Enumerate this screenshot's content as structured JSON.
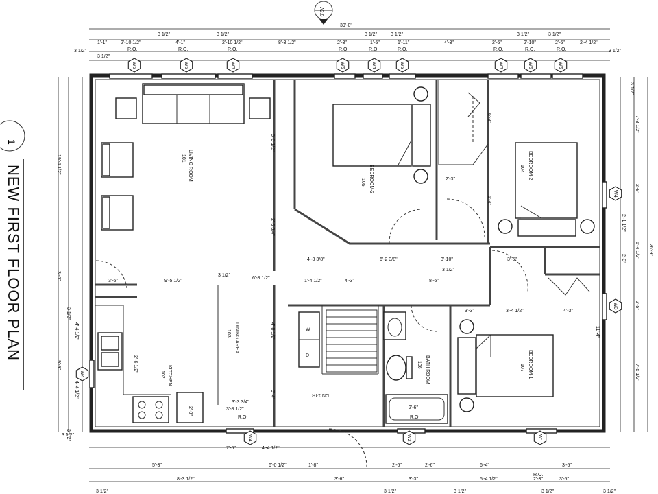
{
  "drawing": {
    "title": "NEW FIRST FLOOR PLAN",
    "callout_number": "1",
    "north_mark": "A2.0"
  },
  "rooms": [
    {
      "name": "LIVING ROOM",
      "code": "101"
    },
    {
      "name": "BEDROOM-3",
      "code": "105"
    },
    {
      "name": "BEDROOM-2",
      "code": "104"
    },
    {
      "name": "DINING AREA",
      "code": "103"
    },
    {
      "name": "KITCHEN",
      "code": "102"
    },
    {
      "name": "BATH ROOM",
      "code": "106"
    },
    {
      "name": "BEDROOM-1",
      "code": "107"
    }
  ],
  "labels": {
    "washer": "W",
    "dryer": "D",
    "stair_dn": "DN 14R"
  },
  "window_tags": [
    "W6",
    "W6",
    "W6",
    "W5",
    "W4",
    "W5",
    "W6",
    "W6",
    "W5",
    "W4",
    "W3",
    "W4",
    "W4",
    "W2",
    "W1",
    "W4"
  ],
  "dims_top_overall": "39'-0\"",
  "dims_top": [
    "1'-1\"",
    "2'-10 1/2\"",
    "4'-1\"",
    "2'-10 1/2\"",
    "8'-3 1/2\"",
    "2'-3\"",
    "1'-5\"",
    "1'-11\"",
    "4'-3\"",
    "2'-6\"",
    "2'-10\"",
    "2'-6\"",
    "2'-4 1/2\""
  ],
  "dims_top_small": [
    "3 1/2\"",
    "3 1/2\"",
    "3 1/2\"",
    "3 1/2\"",
    "3 1/2\"",
    "3 1/2\"",
    "3 1/2\"",
    "3 1/2\"",
    "3 1/2\""
  ],
  "ro": "R.O.",
  "dims_interior": [
    "3'-6\"",
    "9'-5 1/2\"",
    "3 1/2\"",
    "6'-8 1/2\"",
    "1'-4 1/2\"",
    "4'-3\"",
    "8'-6\"",
    "4'-3 3/8\"",
    "6'-2 3/8\"",
    "3 1/2\"",
    "3'-10\"",
    "3'-4 1/2\"",
    "4'-3\"",
    "3'-6\"",
    "2'-3\"",
    "8'-3 1/2\"",
    "3'-3\"",
    "4'-8 1/2\"",
    "3'-4\"",
    "2'-5 3/4\"",
    "5'-4\"",
    "6'-8\"",
    "2'-6 1/2\"",
    "2'-6\"",
    "3'-3 3/4\"",
    "3'-8 1/2\"",
    "2'-0\""
  ],
  "dims_left": [
    "19'-4 1/2\"",
    "3'-6\"",
    "4'-4 1/2\"",
    "4'-4 1/2\"",
    "9'-9\"",
    "3 1/2\"",
    "3 1/2\""
  ],
  "dims_right": [
    "7'-3 1/2\"",
    "2'-1 1/2\"",
    "2'-9\"",
    "2'-3\"",
    "6'-4 1/2\"",
    "2'-5\"",
    "11'-4\"",
    "7'-5 1/2\"",
    "26'-9\"",
    "3 1/2\""
  ],
  "dims_bottom": [
    "7'-5\"",
    "4'-4 1/2\"",
    "6'-0 1/2\"",
    "1'-8\"",
    "3'-6\"",
    "2'-6\"",
    "2'-6\"",
    "5'-4 1/2\"",
    "2'-3\"",
    "3'-5\""
  ],
  "dims_bottom_overall": [
    "5'-3\"",
    "8'-3 1/2\"",
    "3'-3\"",
    "6'-4\"",
    "3'-5\""
  ],
  "dims_bottom_small": [
    "3 1/2\"",
    "3 1/2\"",
    "3 1/2\"",
    "3 1/2\"",
    "3 1/2\"",
    "3 1/2\""
  ]
}
